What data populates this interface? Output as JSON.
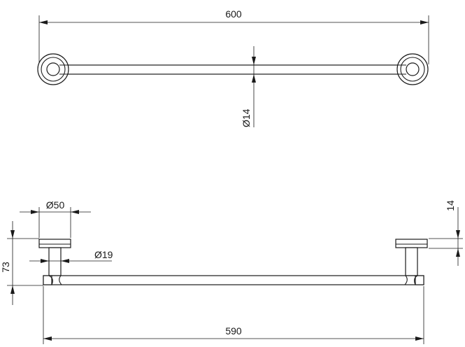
{
  "top_view": {
    "overall_length": "600",
    "bar_diameter": "Ø14"
  },
  "side_view": {
    "mount_diameter": "Ø50",
    "post_diameter": "Ø19",
    "mount_thickness": "14",
    "projection": "73",
    "bar_length": "590"
  }
}
